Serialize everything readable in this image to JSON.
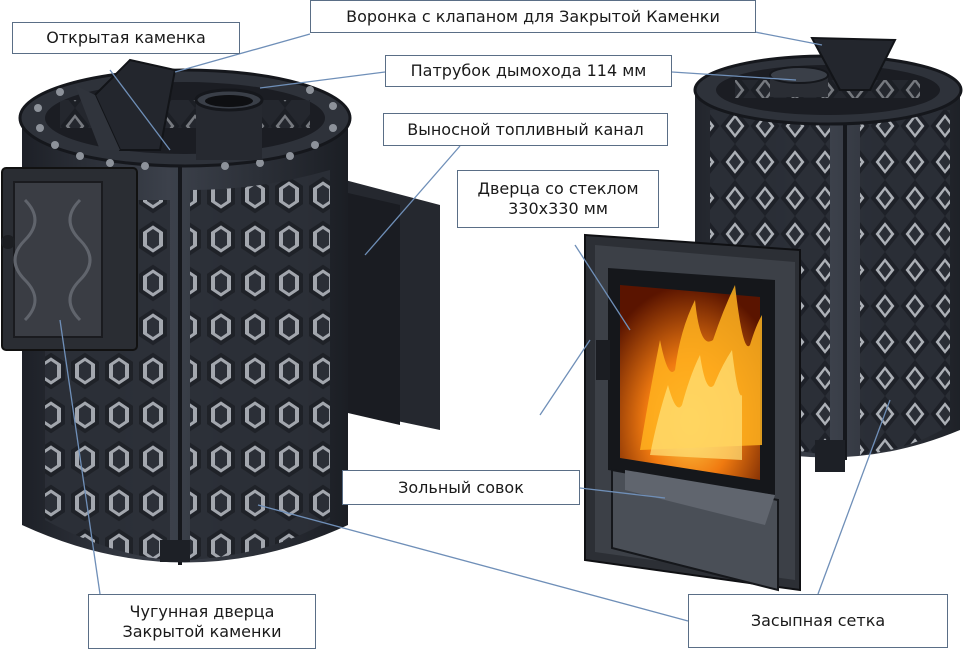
{
  "labels": {
    "funnel_valve": "Воронка с клапаном для Закрытой Каменки",
    "open_heater": "Открытая каменка",
    "chimney_pipe": "Патрубок дымохода 114 мм",
    "remote_fuel_channel": "Выносной топливный канал",
    "glass_door_line1": "Дверца со стеклом",
    "glass_door_line2": "330х330 мм",
    "ash_scoop": "Зольный совок",
    "cast_iron_door_line1": "Чугунная дверца",
    "cast_iron_door_line2": "Закрытой каменки",
    "fill_mesh": "Засыпная сетка"
  },
  "colors": {
    "stove_body": "#2a2e36",
    "stove_highlight": "#4a505c",
    "leader_line": "#6f8fb8",
    "label_border": "#5a6e86",
    "fire": "#f07a10"
  }
}
